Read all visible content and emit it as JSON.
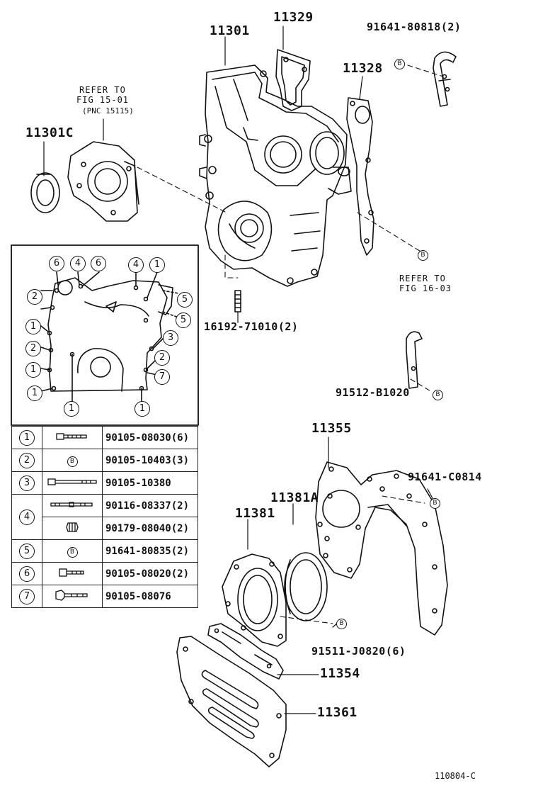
{
  "labels": {
    "p11329": "11329",
    "p11301": "11301",
    "p91641_80818": "91641-80818(2)",
    "p11328": "11328",
    "refer1501_a": "REFER TO",
    "refer1501_b": "FIG 15-01",
    "refer1501_c": "(PNC 15115)",
    "p11301C": "11301C",
    "refer1603_a": "REFER TO",
    "refer1603_b": "FIG 16-03",
    "p16192": "16192-71010(2)",
    "p91512": "91512-B1020",
    "p11355": "11355",
    "p91641_C0814": "91641-C0814",
    "p11381A": "11381A",
    "p11381": "11381",
    "p91511": "91511-J0820(6)",
    "p11354": "11354",
    "p11361": "11361",
    "figcode": "110804-C"
  },
  "b_marker": "B",
  "inset_callouts": {
    "c1": "6",
    "c2": "4",
    "c3": "6",
    "c4": "4",
    "c5": "1",
    "c6": "2",
    "c7": "5",
    "c8": "5",
    "c9": "1",
    "c10": "3",
    "c11": "2",
    "c12": "2",
    "c13": "1",
    "c14": "7",
    "c15": "1",
    "c16": "1",
    "c17": "1"
  },
  "legend": [
    {
      "num": "1",
      "part": "90105-08030(6)"
    },
    {
      "num": "2",
      "part": "90105-10403(3)",
      "img": "B"
    },
    {
      "num": "3",
      "part": "90105-10380"
    },
    {
      "num": "4",
      "part": "90116-08337(2)"
    },
    {
      "num": "",
      "part": "90179-08040(2)"
    },
    {
      "num": "5",
      "part": "91641-80835(2)",
      "img": "B"
    },
    {
      "num": "6",
      "part": "90105-08020(2)"
    },
    {
      "num": "7",
      "part": "90105-08076"
    }
  ]
}
